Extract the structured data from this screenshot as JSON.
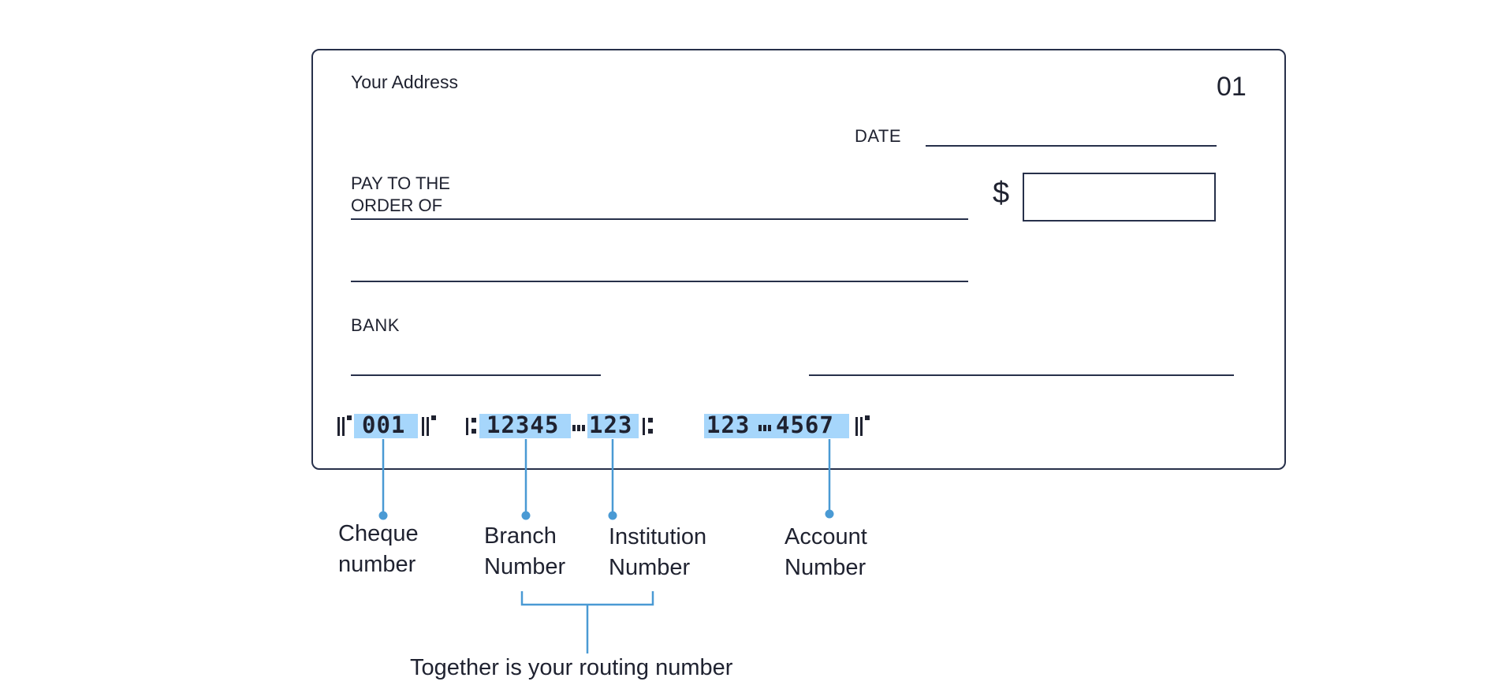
{
  "cheque": {
    "address_label": "Your Address",
    "cheque_number_corner": "01",
    "date_label": "DATE",
    "pay_to_line1": "PAY TO THE",
    "pay_to_line2": "ORDER OF",
    "currency_symbol": "$",
    "bank_label": "BANK"
  },
  "micr": {
    "cheque_number": "001",
    "branch_number": "12345",
    "institution_number": "123",
    "account_part1": "123",
    "account_part2": "4567"
  },
  "callouts": {
    "cheque_line1": "Cheque",
    "cheque_line2": "number",
    "branch_line1": "Branch",
    "branch_line2": "Number",
    "institution_line1": "Institution",
    "institution_line2": "Number",
    "account_line1": "Account",
    "account_line2": "Number",
    "routing_note": "Together is your routing number"
  },
  "colors": {
    "highlight": "#a6d6fb",
    "callout_line": "#4a9ad4",
    "cheque_border": "#27304a"
  }
}
